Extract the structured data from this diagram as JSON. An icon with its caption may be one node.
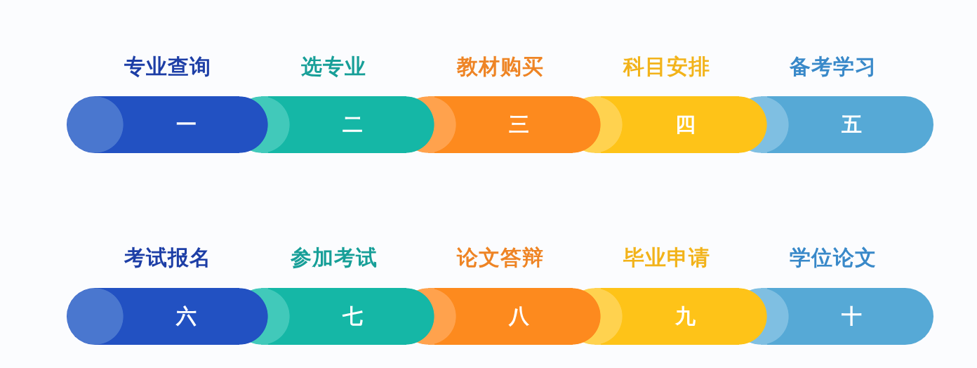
{
  "diagram": {
    "nodes": [
      {
        "text": [
          "专业查询",
          "一"
        ]
      },
      {
        "text": [
          "选专业",
          "二"
        ]
      },
      {
        "text": [
          "教材购买",
          "三"
        ]
      },
      {
        "text": [
          "科目安排",
          "四"
        ]
      },
      {
        "text": [
          "备考学习",
          "五"
        ]
      },
      {
        "text": [
          "考试报名",
          "六"
        ]
      },
      {
        "text": [
          "参加考试",
          "七"
        ]
      },
      {
        "text": [
          "论文答辩",
          "八"
        ]
      },
      {
        "text": [
          "毕业申请",
          "九"
        ]
      },
      {
        "text": [
          "学位论文",
          "十"
        ]
      }
    ]
  }
}
